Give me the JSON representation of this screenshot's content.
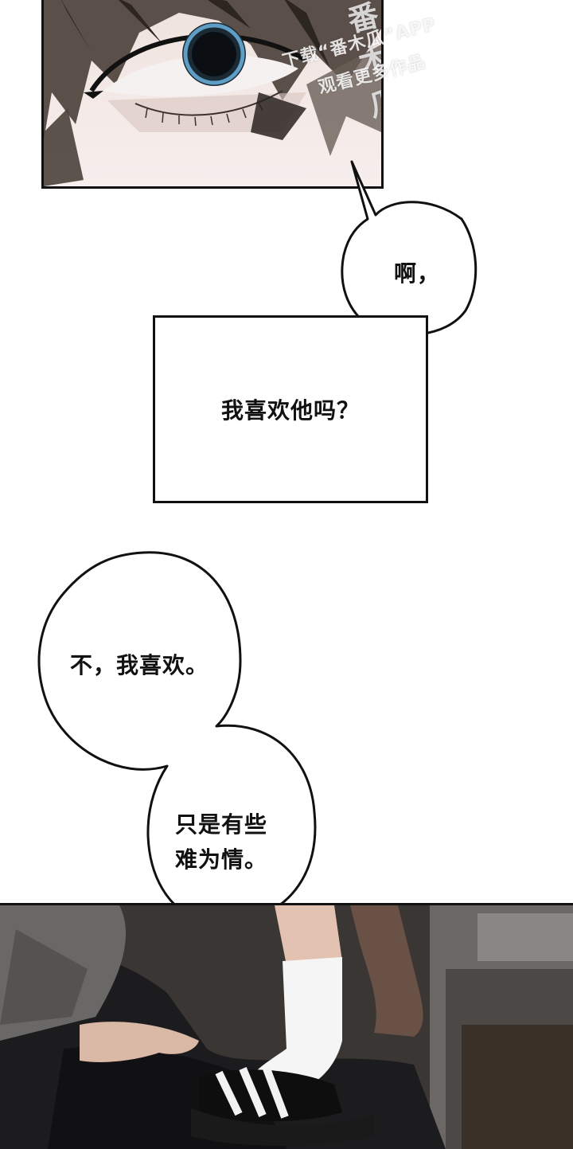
{
  "watermark": {
    "brand": "番木瓜",
    "line1": "下载“番木瓜”APP",
    "line2": "观看更多作品"
  },
  "dialogue": {
    "bubble1": "啊，",
    "narration": "我喜欢他吗？",
    "bubble2": "不，我喜欢。",
    "bubble3_line1": "只是有些",
    "bubble3_line2": "难为情。"
  }
}
